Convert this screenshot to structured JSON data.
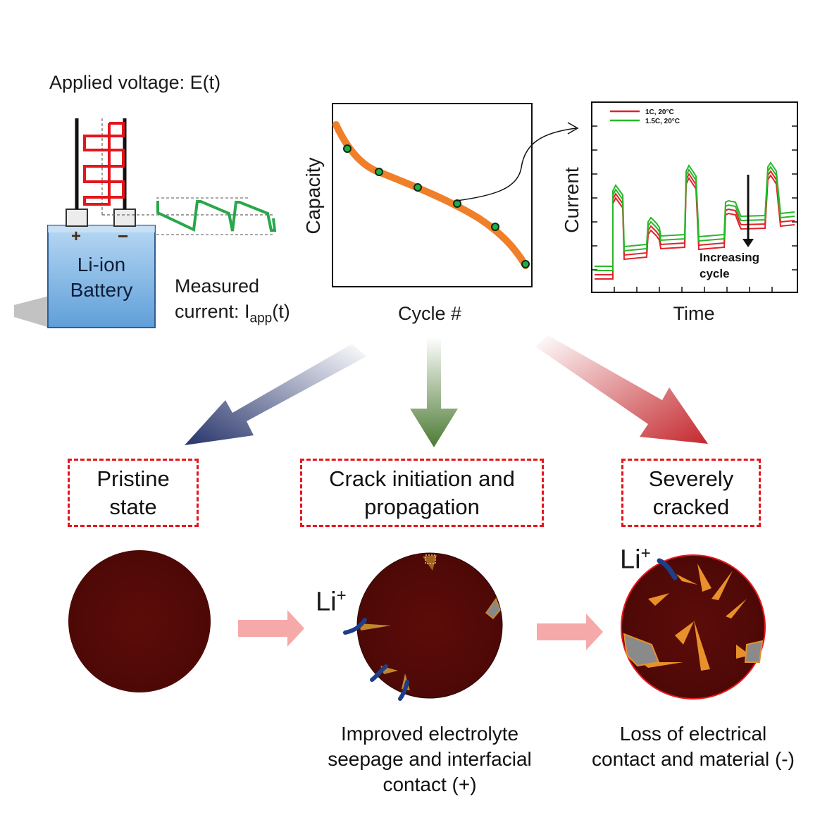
{
  "top": {
    "applied_voltage_label": "Applied voltage: E(t)",
    "battery_label_line1": "Li-ion",
    "battery_label_line2": "Battery",
    "plus_terminal": "+",
    "minus_terminal": "−",
    "measured_label_line1": "Measured",
    "measured_label_prefix": "current: I",
    "measured_label_sub": "app",
    "measured_label_suffix": "(t)"
  },
  "capacity_plot": {
    "ylabel": "Capacity",
    "xlabel": "Cycle #"
  },
  "current_plot": {
    "ylabel": "Current",
    "xlabel": "Time",
    "legend": [
      {
        "name": "1C, 20°C",
        "color": "#e0242a"
      },
      {
        "name": "1.5C, 20°C",
        "color": "#28b828"
      }
    ],
    "annotation_line1": "Increasing",
    "annotation_line2": "cycle"
  },
  "stages": [
    {
      "line1": "Pristine",
      "line2": "state",
      "arrow_color": "#27346b"
    },
    {
      "line1": "Crack initiation and",
      "line2": "propagation",
      "arrow_color": "#4c7a34"
    },
    {
      "line1": "Severely",
      "line2": "cracked",
      "arrow_color": "#c4282e"
    }
  ],
  "particles": {
    "ion_label": "Li",
    "ion_charge": "+"
  },
  "captions": {
    "middle_line1": "Improved electrolyte",
    "middle_line2": "seepage and interfacial",
    "middle_line3": "contact (+)",
    "right_line1": "Loss of electrical",
    "right_line2": "contact and material (-)"
  },
  "colors": {
    "orange_curve": "#f07f2a",
    "marker_fill": "#1fae4a",
    "particle": "#5a0b08",
    "crack_orange": "#e8902a",
    "dashed_box": "#e4151c",
    "battery_blue": "#8fbde6"
  }
}
